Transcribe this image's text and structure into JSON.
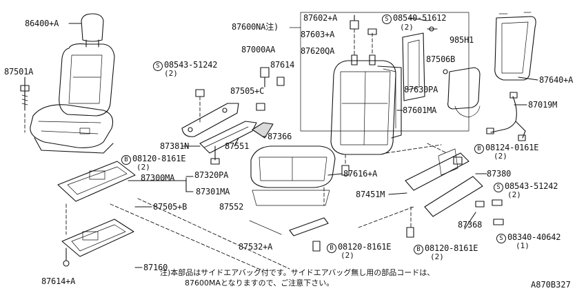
{
  "diagram_code": "A870B327",
  "parts": {
    "p86400A": "86400+A",
    "p87501A": "87501A",
    "p87600NA": "87600NA",
    "p87600NA_mark": "注)",
    "p87602A": "87602+A",
    "p87603A": "87603+A",
    "p87620QA": "87620QA",
    "p08540": "08540-51612",
    "p08540_qty": "(2)",
    "p985H1": "985H1",
    "p87506B": "87506B",
    "p87630PA": "87630PA",
    "p87601MA": "87601MA",
    "p87640A": "87640+A",
    "p87019M": "87019M",
    "p87000AA": "87000AA",
    "p87614": "87614",
    "p08543a": "08543-51242",
    "p08543a_qty": "(2)",
    "p87505C": "87505+C",
    "p87381N": "87381N",
    "p87551": "87551",
    "p87366": "87366",
    "p08120a": "08120-8161E",
    "p08120a_qty": "(2)",
    "p87300MA": "87300MA",
    "p87320PA": "87320PA",
    "p87301MA": "87301MA",
    "p87505B": "87505+B",
    "p87552": "87552",
    "p87532A": "87532+A",
    "p87160": "87160",
    "p87614A": "87614+A",
    "p08120b": "08120-8161E",
    "p08120b_qty": "(2)",
    "p08120c": "08120-8161E",
    "p08120c_qty": "(2)",
    "p87616A": "87616+A",
    "p08124": "08124-0161E",
    "p08124_qty": "(2)",
    "p87380": "87380",
    "p87451M": "87451M",
    "p08543b": "08543-51242",
    "p08543b_qty": "(2)",
    "p87368": "87368",
    "p08340": "08340-40642",
    "p08340_qty": "(1)"
  },
  "markers": {
    "S": "S",
    "B": "B"
  },
  "note": {
    "line1": "注)本部品はサイドエアバッグ付です。サイドエアバッグ無し用の部品コードは、",
    "line2": "87600MAとなりますので、ご注意下さい。"
  }
}
